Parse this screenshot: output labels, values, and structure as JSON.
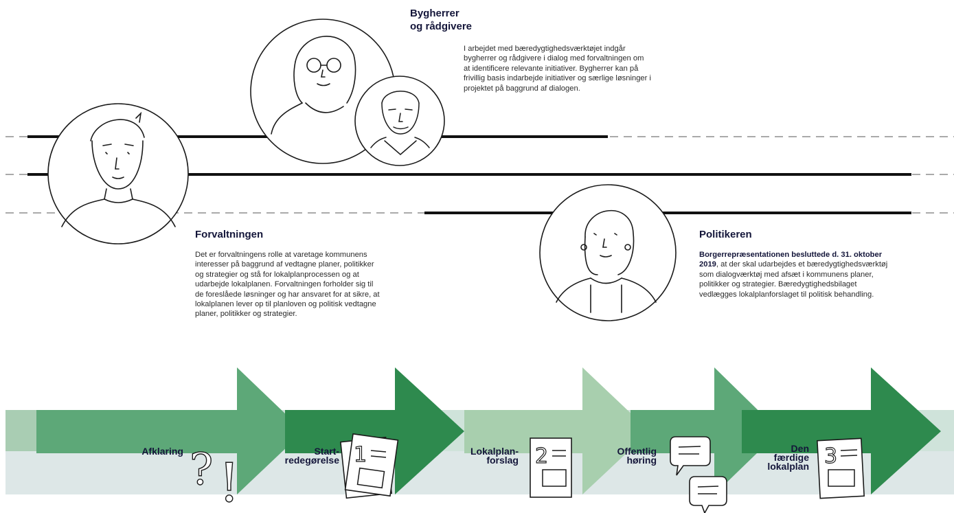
{
  "roles": {
    "bygherrer": {
      "heading_line1": "Bygherrer",
      "heading_line2": "og rådgivere",
      "body_lines": [
        "I arbejdet med bæredygtighedsværktøjet indgår",
        "bygherrer og rådgivere i dialog med forvaltningen om",
        "at identificere relevante initiativer. Bygherrer kan på",
        "frivillig basis indarbejde initiativer og særlige løsninger i",
        "projektet på baggrund af dialogen."
      ]
    },
    "forvaltningen": {
      "heading": "Forvaltningen",
      "body_lines": [
        "Det er forvaltningens rolle at varetage kommunens",
        "interesser på baggrund af vedtagne planer, politikker",
        "og strategier og stå for lokalplanprocessen og at",
        "udarbejde lokalplanen. Forvaltningen forholder sig til",
        "de foreslåede løsninger og har ansvaret for at sikre, at",
        "lokalplanen lever op til planloven og politisk vedtagne",
        "planer, politikker og strategier."
      ]
    },
    "politikeren": {
      "heading": "Politikeren",
      "body_bold_1": "Borgerrepræsentationen besluttede d. 31. oktober",
      "body_bold_2": "2019",
      "body_rest_1": ", at der skal udarbejdes et bæredygtighedsværktøj",
      "body_lines": [
        "som dialogværktøj med afsæt i kommunens planer,",
        "politikker og strategier. Bæredygtighedsbilaget",
        "vedlægges lokalplanforslaget til politisk behandling."
      ]
    }
  },
  "stages": [
    {
      "label": "Afklaring",
      "icon": "question-exclamation-icon"
    },
    {
      "label": "Start-\nredegørelse",
      "icon": "document-1-icon"
    },
    {
      "label": "Lokalplan-\nforslag",
      "icon": "document-2-icon"
    },
    {
      "label": "Offentlig\nhøring",
      "icon": "speech-bubbles-icon"
    },
    {
      "label": "Den\nfærdige\nlokalplan",
      "icon": "document-3-icon"
    }
  ],
  "icon_glyphs": {
    "q": "?",
    "ex": "!",
    "n1": "1",
    "n2": "2",
    "n3": "3"
  },
  "colors": {
    "arrow_dark": "#2e8a4e",
    "arrow_mid": "#5da878",
    "arrow_light": "#a8cfae",
    "band_top": "#cfe3da",
    "band_bottom": "#dde7e7",
    "band_left_light": "#a9cdb3",
    "timeline": "#111111",
    "heading": "#14163a"
  }
}
